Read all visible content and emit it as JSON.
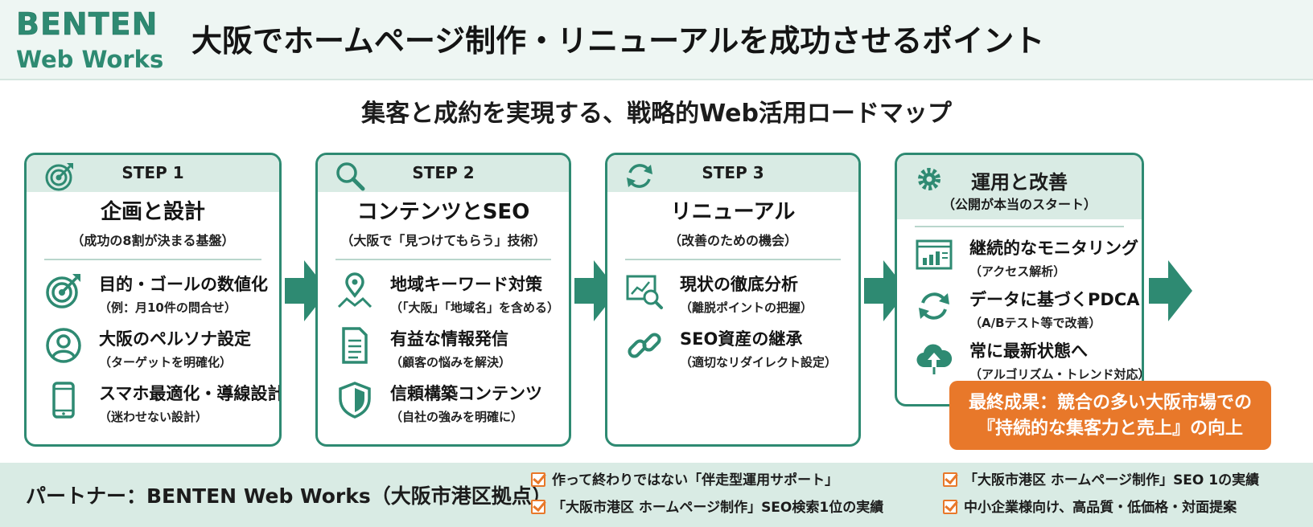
{
  "header": {
    "logo_top": "BENTEN",
    "logo_bottom": "Web Works",
    "title": "大阪でホームページ制作・リニューアルを成功させるポイント"
  },
  "subtitle": "集客と成約を実現する、戦略的Web活用ロードマップ",
  "colors": {
    "accent": "#2e8a72",
    "header_bg": "#d9ebe4",
    "orange": "#e8782a"
  },
  "steps": [
    {
      "label": "STEP 1",
      "icon": "target-icon",
      "title": "企画と設計",
      "sub": "（成功の8割が決まる基盤）",
      "items": [
        {
          "icon": "target-icon",
          "title": "目的・ゴールの数値化",
          "sub": "（例：月10件の問合せ）"
        },
        {
          "icon": "person-icon",
          "title": "大阪のペルソナ設定",
          "sub": "（ターゲットを明確化）"
        },
        {
          "icon": "smartphone-icon",
          "title": "スマホ最適化・導線設計",
          "sub": "（迷わせない設計）"
        }
      ]
    },
    {
      "label": "STEP 2",
      "icon": "search-icon",
      "title": "コンテンツとSEO",
      "sub": "（大阪で「見つけてもらう」技術）",
      "items": [
        {
          "icon": "map-pin-icon",
          "title": "地域キーワード対策",
          "sub": "（「大阪」「地域名」を含める）"
        },
        {
          "icon": "document-icon",
          "title": "有益な情報発信",
          "sub": "（顧客の悩みを解決）"
        },
        {
          "icon": "shield-icon",
          "title": "信頼構築コンテンツ",
          "sub": "（自社の強みを明確に）"
        }
      ]
    },
    {
      "label": "STEP 3",
      "icon": "refresh-icon",
      "title": "リニューアル",
      "sub": "（改善のための機会）",
      "items": [
        {
          "icon": "analytics-icon",
          "title": "現状の徹底分析",
          "sub": "（離脱ポイントの把握）"
        },
        {
          "icon": "link-icon",
          "title": "SEO資産の継承",
          "sub": "（適切なリダイレクト設定）"
        }
      ]
    }
  ],
  "final": {
    "icon": "gear-icon",
    "title": "運用と改善",
    "sub": "（公開が本当のスタート）",
    "items": [
      {
        "icon": "dashboard-icon",
        "title": "継続的なモニタリング",
        "sub": "（アクセス解析）"
      },
      {
        "icon": "cycle-icon",
        "title": "データに基づくPDCA",
        "sub": "（A/Bテスト等で改善）"
      },
      {
        "icon": "cloud-upload-icon",
        "title": "常に最新状態へ",
        "sub": "（アルゴリズム・トレンド対応）"
      }
    ],
    "result_line1": "最終成果：競合の多い大阪市場での",
    "result_line2": "『持続的な集客力と売上』の向上"
  },
  "footer": {
    "partner": "パートナー：BENTEN Web Works（大阪市港区拠点）",
    "bullets": [
      "作って終わりではない「伴走型運用サポート」",
      "「大阪市港区 ホームページ制作」SEO検索1位の実績",
      "「大阪市港区 ホームページ制作」SEO 1の実績",
      "中小企業様向け、高品質・低価格・対面提案"
    ]
  }
}
